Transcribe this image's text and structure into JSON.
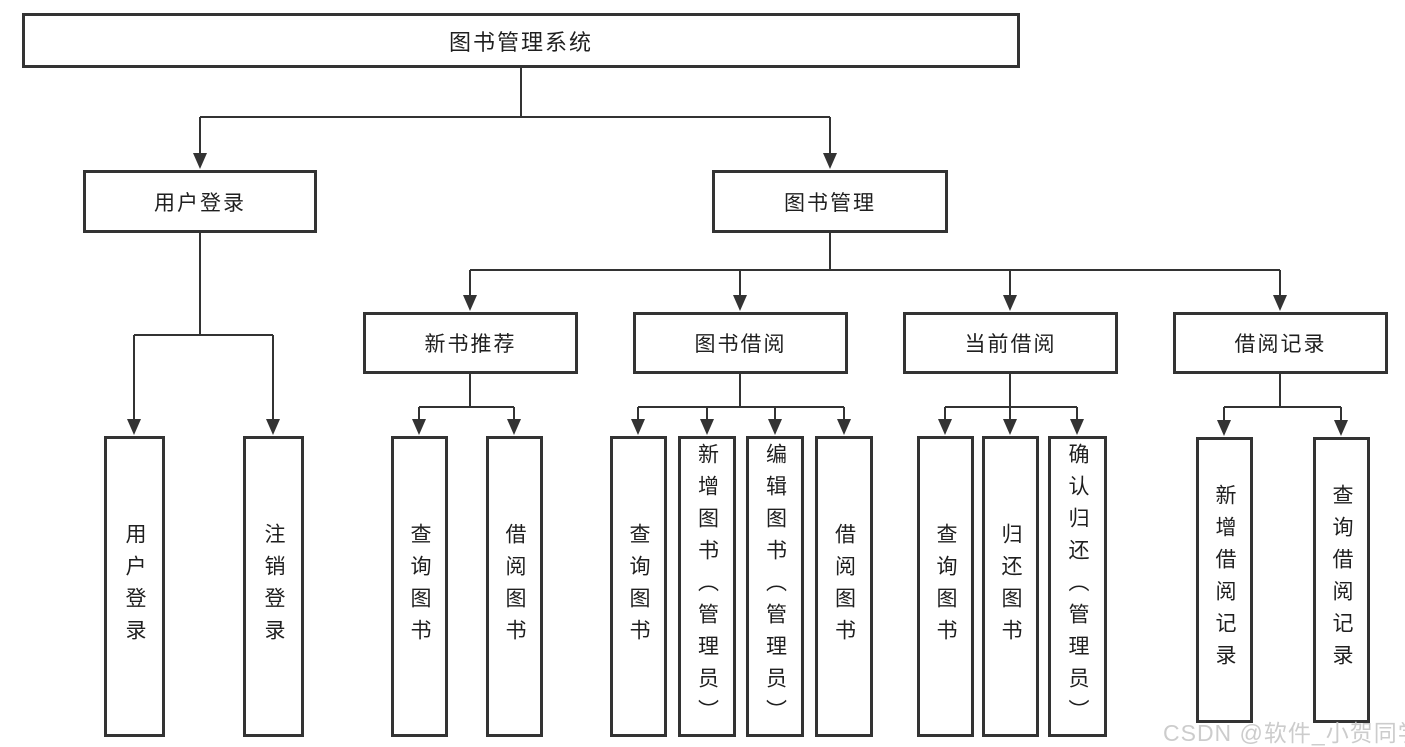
{
  "diagram": {
    "type": "hierarchy-tree",
    "tree": {
      "root": {
        "label": "图书管理系统"
      },
      "branches": [
        {
          "label": "用户登录",
          "children": [
            {
              "label": "用户登录"
            },
            {
              "label": "注销登录"
            }
          ]
        },
        {
          "label": "图书管理",
          "children": [
            {
              "label": "新书推荐",
              "children": [
                {
                  "label": "查询图书"
                },
                {
                  "label": "借阅图书"
                }
              ]
            },
            {
              "label": "图书借阅",
              "children": [
                {
                  "label": "查询图书"
                },
                {
                  "label": "新增图书（管理员）"
                },
                {
                  "label": "编辑图书（管理员）"
                },
                {
                  "label": "借阅图书"
                }
              ]
            },
            {
              "label": "当前借阅",
              "children": [
                {
                  "label": "查询图书"
                },
                {
                  "label": "归还图书"
                },
                {
                  "label": "确认归还（管理员）"
                }
              ]
            },
            {
              "label": "借阅记录",
              "children": [
                {
                  "label": "新增借阅记录"
                },
                {
                  "label": "查询借阅记录"
                }
              ]
            }
          ]
        }
      ]
    },
    "colors": {
      "line": "#333333",
      "box_border": "#333333",
      "box_fill": "#ffffff",
      "text": "#1f1f1f",
      "background": "#ffffff",
      "watermark": "#c7c7c7"
    }
  },
  "watermark": {
    "text": "CSDN @软件_小贺同学"
  }
}
